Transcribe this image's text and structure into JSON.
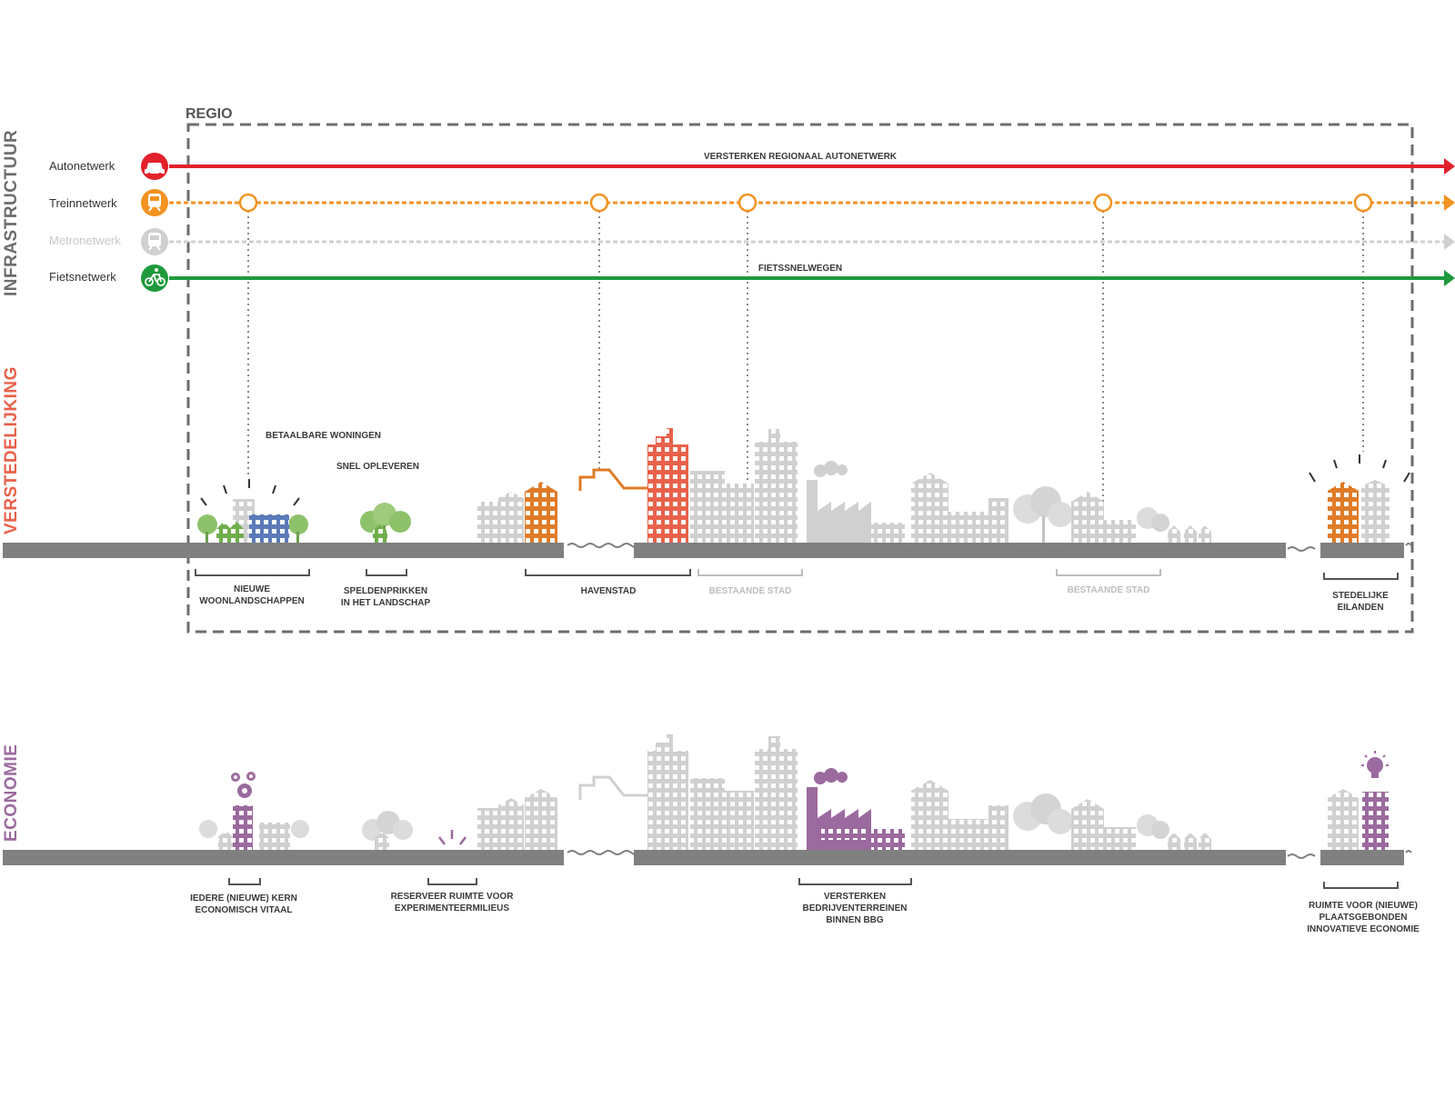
{
  "region": {
    "title": "REGIO"
  },
  "sections": {
    "infrastructure": "INFRASTRUCTUUR",
    "urbanization": "VERSTEDELIJKING",
    "economy": "ECONOMIE"
  },
  "networks": [
    {
      "label": "Autonetwerk",
      "color": "#e3212b",
      "icon": "car-icon",
      "line_label": "VERSTERKEN REGIONAAL AUTONETWERK"
    },
    {
      "label": "Treinnetwerk",
      "color": "#f39321",
      "icon": "train-icon",
      "line_label": ""
    },
    {
      "label": "Metronetwerk",
      "color": "#cfcfcf",
      "icon": "metro-icon",
      "line_label": ""
    },
    {
      "label": "Fietsnetwerk",
      "color": "#1e9a3c",
      "icon": "bicycle-icon",
      "line_label": "FIETSSNELWEGEN"
    }
  ],
  "urbanization": {
    "notes": {
      "affordable": "BETAALBARE WONINGEN",
      "fast": "SNEL OPLEVEREN"
    },
    "labels": {
      "woonlandschappen": [
        "NIEUWE",
        "WOONLANDSCHAPPEN"
      ],
      "speldenprikken": [
        "SPELDENPRIKKEN",
        "IN HET LANDSCHAP"
      ],
      "havenstad": [
        "HAVENSTAD"
      ],
      "bestaande1": [
        "BESTAANDE STAD"
      ],
      "bestaande2": [
        "BESTAANDE STAD"
      ],
      "eilanden": [
        "STEDELIJKE",
        "EILANDEN"
      ]
    }
  },
  "economy": {
    "labels": {
      "kern": [
        "IEDERE (NIEUWE) KERN",
        "ECONOMISCH VITAAL"
      ],
      "experiment": [
        "RESERVEER RUIMTE VOOR",
        "EXPERIMENTEERMILIEUS"
      ],
      "bedrijven": [
        "VERSTERKEN",
        "BEDRIJVENTERREINEN",
        "BINNEN BBG"
      ],
      "innovatie": [
        "RUIMTE VOOR (NIEUWE)",
        "PLAATSGEBONDEN",
        "INNOVATIEVE ECONOMIE"
      ]
    }
  },
  "colors": {
    "infrastructure": "#6d6d6d",
    "urbanization": "#e8624a",
    "economy": "#9b6a9e",
    "accent_orange": "#e07b27",
    "accent_red": "#e8624a",
    "accent_purple": "#9b6a9e",
    "ground": "#808080",
    "building_grey": "#d0d0d0",
    "green": "#8dc26b",
    "blue": "#5a7ab8"
  }
}
